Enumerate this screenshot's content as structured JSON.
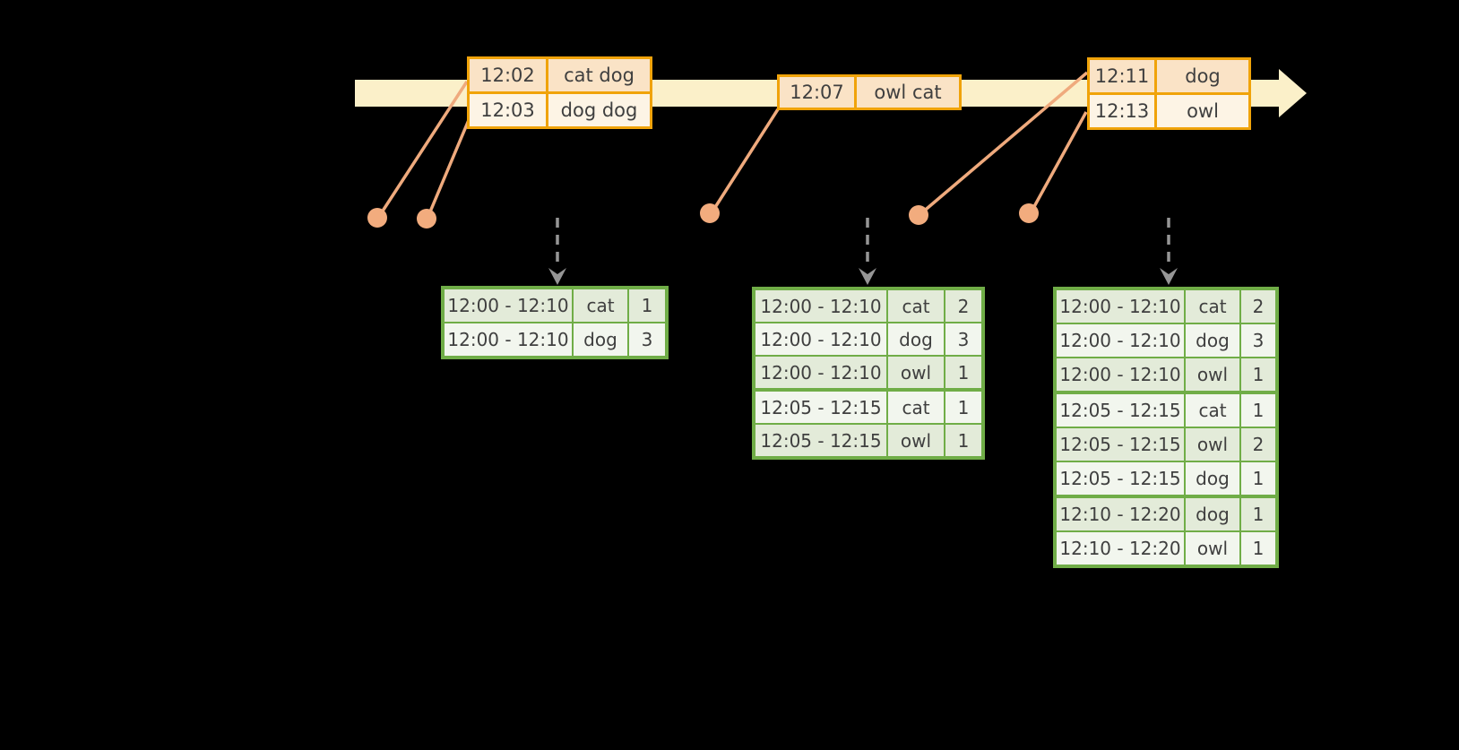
{
  "diagram": {
    "kind": "streaming-windowed-aggregation-timeline",
    "colors": {
      "background": "#000000",
      "timeline_band": "#FBF0C9",
      "event_table_border": "#F0A30A",
      "event_row_peach": "#FAE3C6",
      "event_row_cream": "#FDF4E5",
      "connector_salmon": "#EFAA7D",
      "result_table_border": "#70AD47",
      "result_row_dark": "#E3EBD9",
      "result_row_light": "#F2F6EE",
      "trigger_arrow_gray": "#969696",
      "text": "#3F3F3F"
    },
    "icons": {
      "timeline_arrow": "right-arrow",
      "event_marker": "dot",
      "trigger": "dashed-down-arrow"
    }
  },
  "event_tables": [
    {
      "rows": [
        {
          "time": "12:02",
          "words": "cat dog"
        },
        {
          "time": "12:03",
          "words": "dog dog"
        }
      ]
    },
    {
      "rows": [
        {
          "time": "12:07",
          "words": "owl cat"
        }
      ]
    },
    {
      "rows": [
        {
          "time": "12:11",
          "words": "dog"
        },
        {
          "time": "12:13",
          "words": "owl"
        }
      ]
    }
  ],
  "result_tables": [
    {
      "rows": [
        {
          "window": "12:00 - 12:10",
          "word": "cat",
          "count": "1"
        },
        {
          "window": "12:00 - 12:10",
          "word": "dog",
          "count": "3"
        }
      ]
    },
    {
      "rows": [
        {
          "window": "12:00 - 12:10",
          "word": "cat",
          "count": "2"
        },
        {
          "window": "12:00 - 12:10",
          "word": "dog",
          "count": "3"
        },
        {
          "window": "12:00 - 12:10",
          "word": "owl",
          "count": "1"
        },
        {
          "window": "12:05 - 12:15",
          "word": "cat",
          "count": "1"
        },
        {
          "window": "12:05 - 12:15",
          "word": "owl",
          "count": "1"
        }
      ]
    },
    {
      "rows": [
        {
          "window": "12:00 - 12:10",
          "word": "cat",
          "count": "2"
        },
        {
          "window": "12:00 - 12:10",
          "word": "dog",
          "count": "3"
        },
        {
          "window": "12:00 - 12:10",
          "word": "owl",
          "count": "1"
        },
        {
          "window": "12:05 - 12:15",
          "word": "cat",
          "count": "1"
        },
        {
          "window": "12:05 - 12:15",
          "word": "owl",
          "count": "2"
        },
        {
          "window": "12:05 - 12:15",
          "word": "dog",
          "count": "1"
        },
        {
          "window": "12:10 - 12:20",
          "word": "dog",
          "count": "1"
        },
        {
          "window": "12:10 - 12:20",
          "word": "owl",
          "count": "1"
        }
      ]
    }
  ]
}
